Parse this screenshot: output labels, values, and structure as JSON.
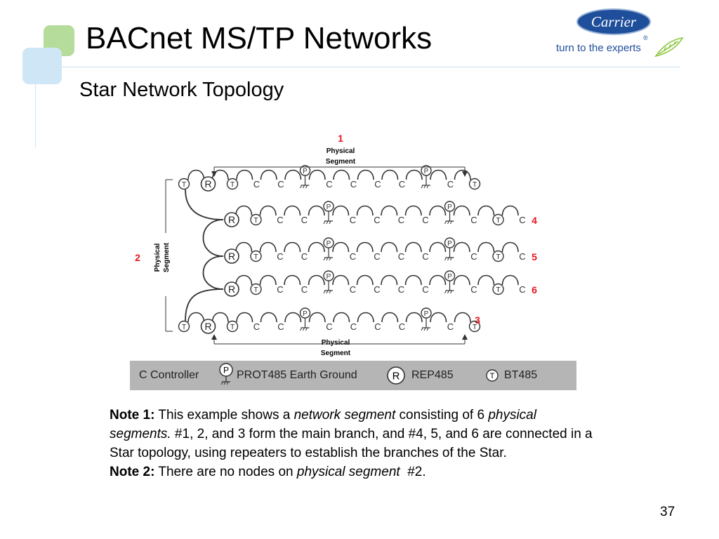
{
  "slide": {
    "title": "BACnet MS/TP Networks",
    "subtitle": "Star Network Topology",
    "page_number": "37"
  },
  "logo": {
    "brand": "Carrier",
    "registered": "®",
    "tagline": "turn to the experts"
  },
  "diagram": {
    "segment_label": "Physical Segment",
    "segment_label_line1": "Physical",
    "segment_label_line2": "Segment",
    "segment_numbers": [
      "1",
      "2",
      "3",
      "4",
      "5",
      "6"
    ],
    "rows": [
      {
        "pattern": [
          "T",
          "R",
          "T",
          "C",
          "C",
          "P",
          "C",
          "C",
          "C",
          "C",
          "P",
          "C",
          "T"
        ]
      },
      {
        "pattern": [
          "R",
          "T",
          "C",
          "C",
          "P",
          "C",
          "C",
          "C",
          "C",
          "P",
          "C",
          "T",
          "C"
        ],
        "number": "4"
      },
      {
        "pattern": [
          "R",
          "T",
          "C",
          "C",
          "P",
          "C",
          "C",
          "C",
          "C",
          "P",
          "C",
          "T",
          "C"
        ],
        "number": "5"
      },
      {
        "pattern": [
          "R",
          "T",
          "C",
          "C",
          "P",
          "C",
          "C",
          "C",
          "C",
          "P",
          "C",
          "T",
          "C"
        ],
        "number": "6"
      },
      {
        "pattern": [
          "T",
          "R",
          "T",
          "C",
          "C",
          "P",
          "C",
          "C",
          "C",
          "C",
          "P",
          "C",
          "T"
        ],
        "number": "3"
      }
    ],
    "colors": {
      "number": "#e8141e",
      "line": "#333333"
    }
  },
  "legend": {
    "controller": "C Controller",
    "prot485": "PROT485 Earth Ground",
    "rep485": "REP485",
    "bt485": "BT485",
    "bg_color": "#b5b5b5"
  },
  "notes": {
    "note1_label": "Note 1:",
    "note1_a": " This example shows a ",
    "note1_b": "network segment",
    "note1_c": " consisting of 6 ",
    "note1_d": "physical segments.",
    "note1_e": " #1, 2, and 3 form the main branch, and #4, 5, and 6 are connected in a Star topology, using repeaters to establish the branches of the Star.",
    "note2_label": "Note 2:",
    "note2_a": " There are no nodes on ",
    "note2_b": "physical segment",
    "note2_c": "  #2."
  },
  "colors": {
    "accent_green": "#b5dc9a",
    "accent_blue": "#cfe6f6",
    "brand_blue": "#1f4e9b"
  }
}
